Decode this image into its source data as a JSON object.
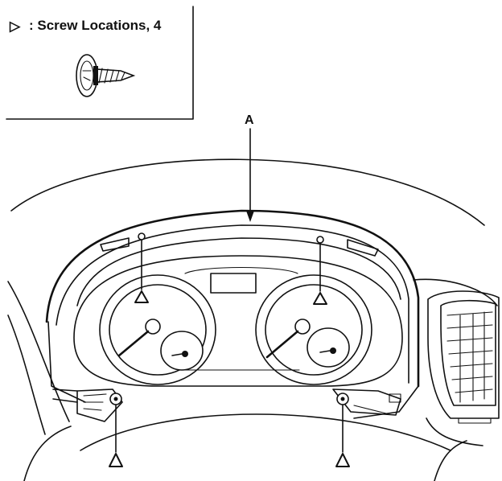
{
  "legend": {
    "marker_symbol": "▷",
    "text": ": Screw Locations, 4",
    "icon": "screw-icon"
  },
  "callouts": {
    "a_label": "A"
  },
  "screw_marker_count": 4,
  "colors": {
    "ink": "#111111",
    "paper": "#ffffff"
  }
}
